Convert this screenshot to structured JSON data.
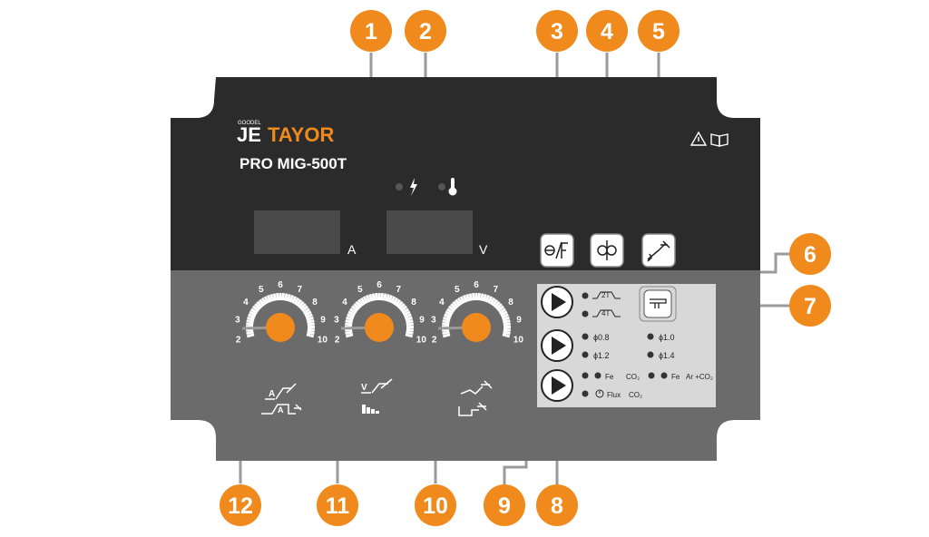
{
  "brand": {
    "maker": "GOODEL",
    "logo_mark": "JE",
    "name": "TAYOR",
    "model": "PRO MIG-500T"
  },
  "colors": {
    "panel_top": "#2b2b2b",
    "panel_bottom": "#6b6b6b",
    "accent_orange": "#f08a1c",
    "callout_line": "#9a9a9a",
    "text_white": "#ffffff"
  },
  "displays": {
    "current_unit": "A",
    "voltage_unit": "V"
  },
  "indicators": [
    {
      "name": "power-indicator",
      "icon": "lightning-icon"
    },
    {
      "name": "overheat-indicator",
      "icon": "thermometer-icon"
    }
  ],
  "top_buttons": [
    {
      "name": "wire-feed-button",
      "icon": "wire-feed-icon"
    },
    {
      "name": "gas-check-button",
      "icon": "wire-spool-icon"
    },
    {
      "name": "torch-button",
      "icon": "torch-icon"
    }
  ],
  "knobs": [
    {
      "name": "current-knob",
      "ticks": [
        "2",
        "3",
        "4",
        "5",
        "6",
        "7",
        "8",
        "9",
        "10"
      ],
      "mode_icons": [
        "current-adjust-icon",
        "crater-current-icon"
      ]
    },
    {
      "name": "voltage-knob",
      "ticks": [
        "2",
        "3",
        "4",
        "5",
        "6",
        "7",
        "8",
        "9",
        "10"
      ],
      "mode_icons": [
        "voltage-adjust-icon",
        "inductance-icon"
      ]
    },
    {
      "name": "burnback-knob",
      "ticks": [
        "2",
        "3",
        "4",
        "5",
        "6",
        "7",
        "8",
        "9",
        "10"
      ],
      "mode_icons": [
        "burnback-icon",
        "postflow-icon"
      ]
    }
  ],
  "mode_panel": {
    "trigger_modes": [
      "2T",
      "4T"
    ],
    "wire_diameters": [
      "ϕ0.8",
      "ϕ1.0",
      "ϕ1.2",
      "ϕ1.4"
    ],
    "materials": [
      {
        "a": "Fe",
        "b": "CO₂"
      },
      {
        "a": "Fe",
        "b": "Ar +CO₂"
      },
      {
        "a": "Flux",
        "b": "CO₂"
      }
    ],
    "inching_icon": "inching-icon"
  },
  "callouts": [
    "1",
    "2",
    "3",
    "4",
    "5",
    "6",
    "7",
    "8",
    "9",
    "10",
    "11",
    "12"
  ]
}
